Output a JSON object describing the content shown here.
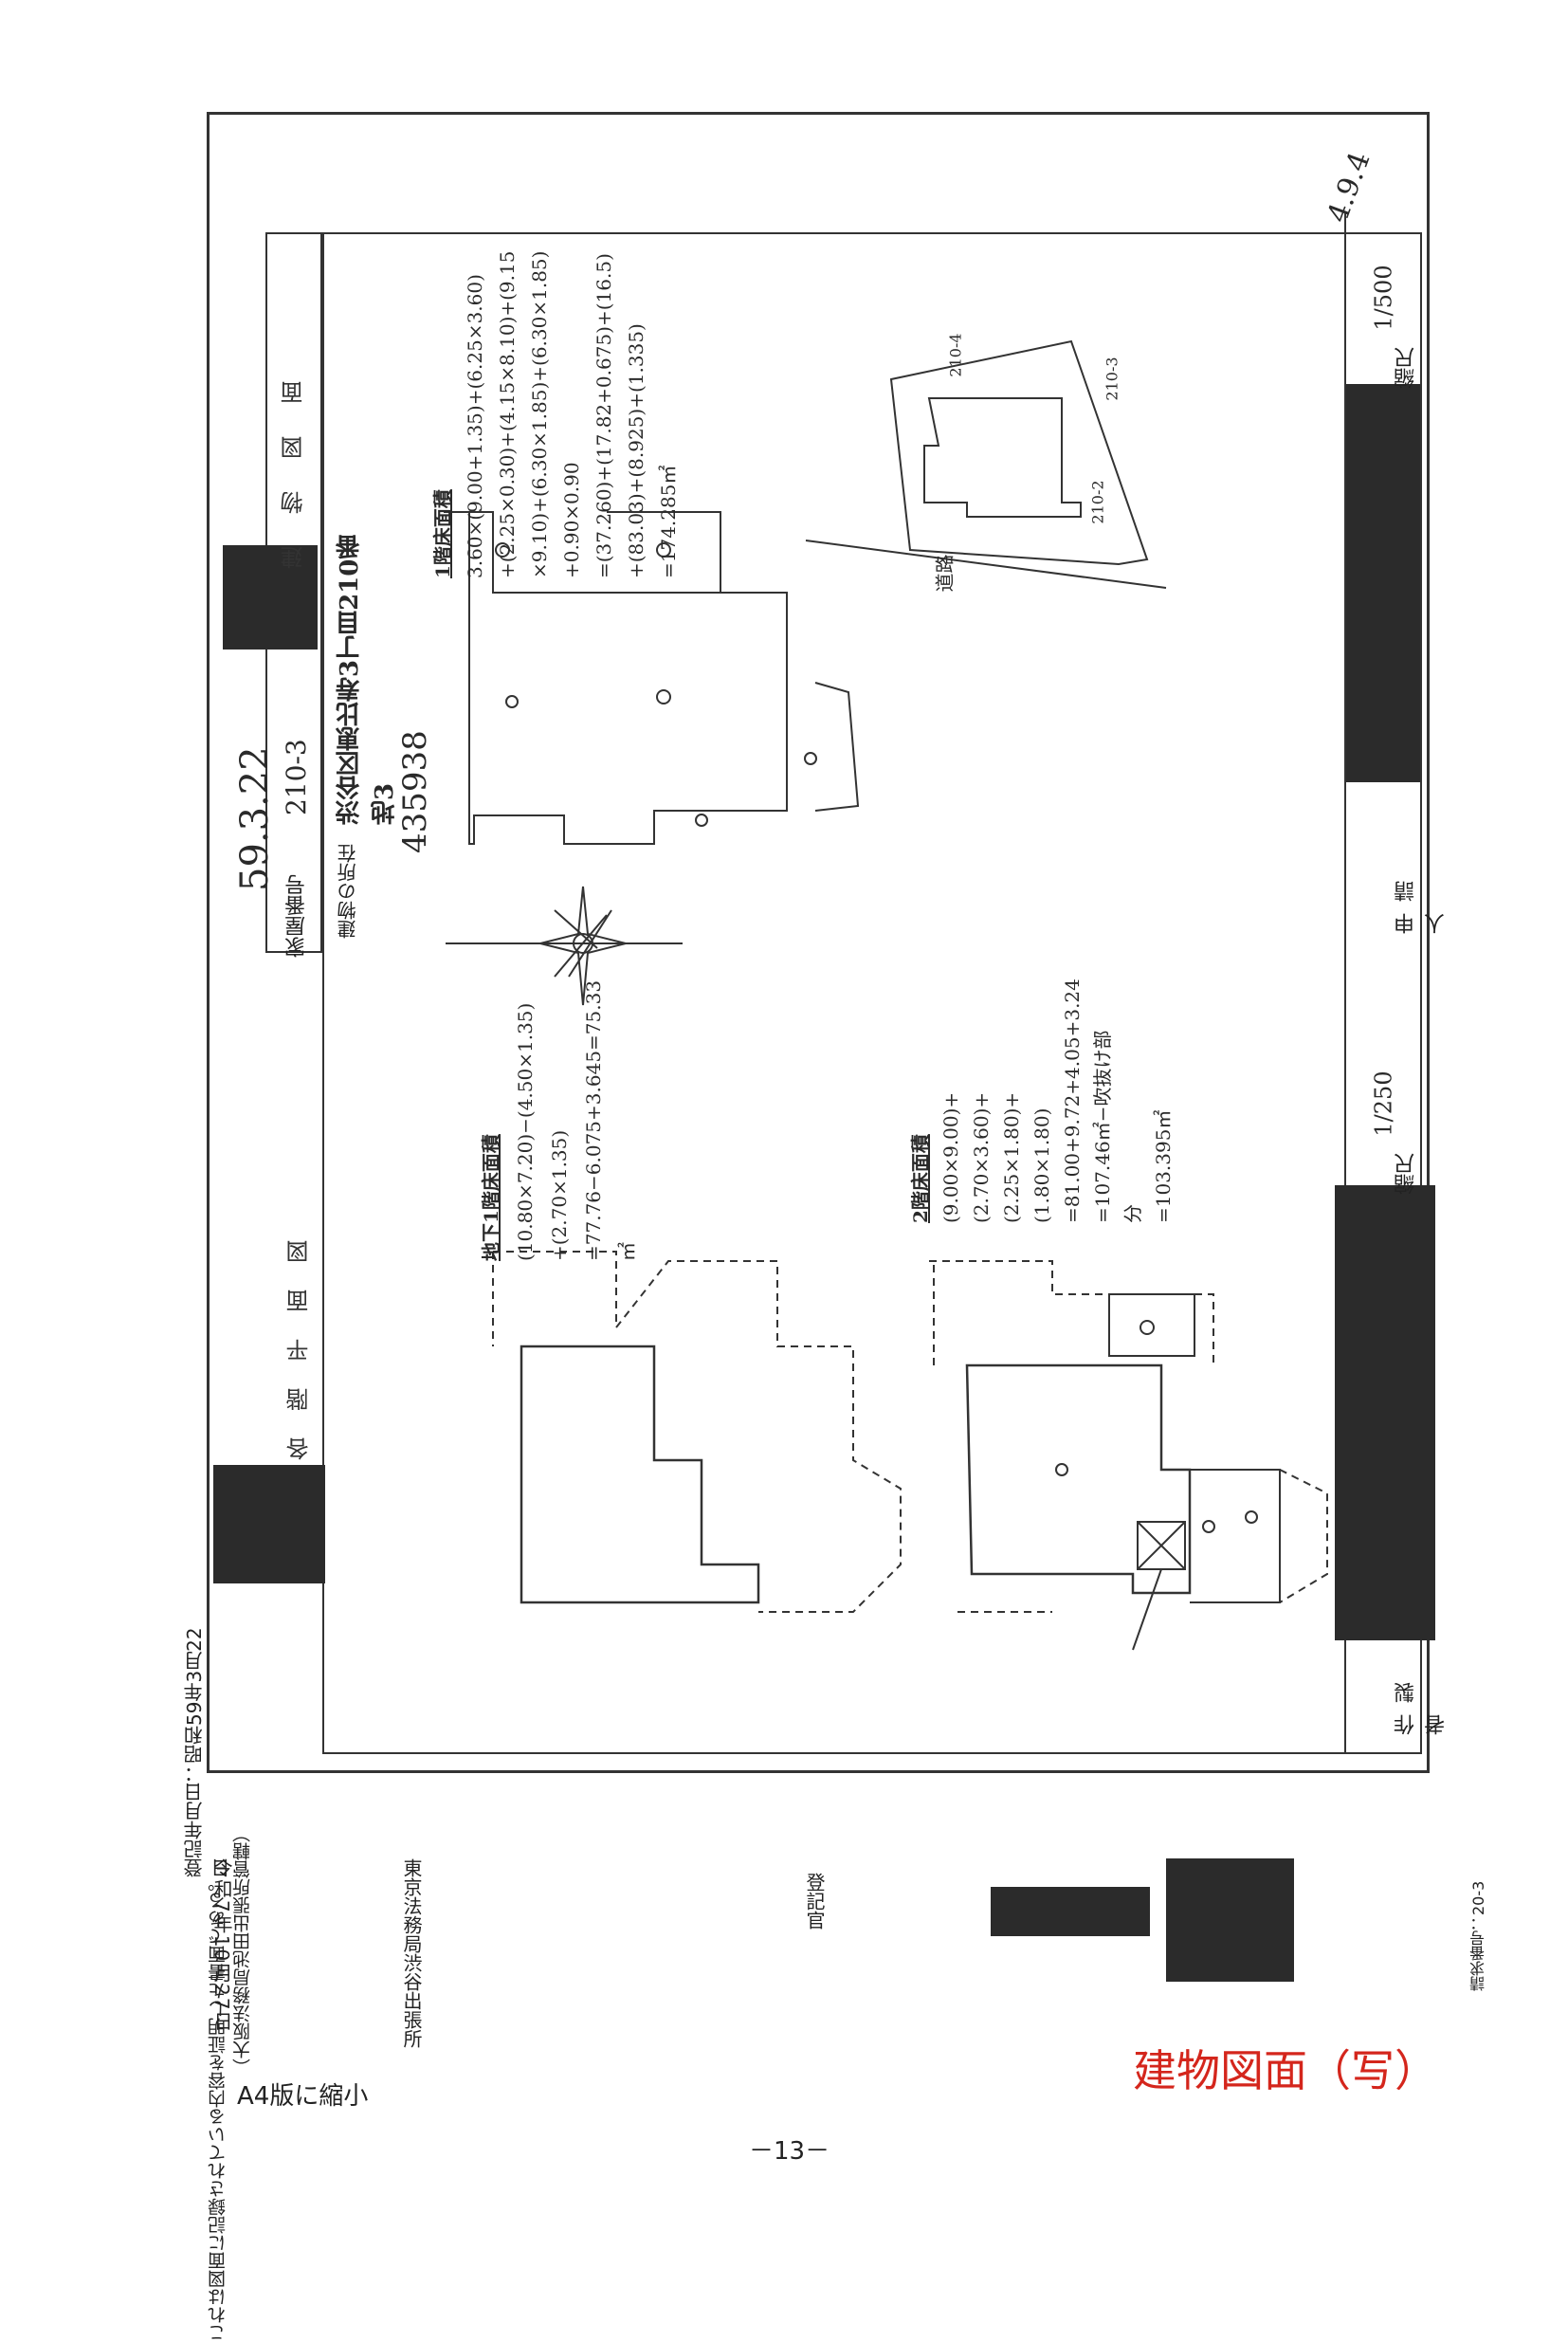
{
  "registration_date": "登記年月日：昭和59年3月22日",
  "header": {
    "handwritten_date": "59.3.22",
    "house_no_label": "家屋番号",
    "house_no_value": "210-3",
    "location_label": "建物の所在",
    "location_value": "渋谷区恵比寿3丁目210番地3",
    "doc_number": "435938"
  },
  "titles": {
    "building_drawing": "建物図面",
    "floor_plans": "各階平面図",
    "scale_label_1": "縮尺",
    "scale_label_2": "縮尺",
    "scale_1_num": "1",
    "scale_1_den": "500",
    "scale_2_num": "1",
    "scale_2_den": "250",
    "applicant_label": "申請人",
    "creator_label": "作製者",
    "corner_note": "4.9.4"
  },
  "calc_first_floor": {
    "title": "1階床面積",
    "lines": [
      "3.60×(9.00+1.35)+(6.25×3.60)",
      "+(2.25×0.30)+(4.15×8.10)+(9.15",
      "×9.10)+(6.30×1.85)+(6.30×1.85)",
      "+0.90×0.90",
      "=(37.260)+(17.82+0.675)+(16.5)",
      "+(83.03)+(8.925)+(1.335)",
      "=174.285㎡"
    ]
  },
  "calc_basement": {
    "title": "地下1階床面積",
    "lines": [
      "(10.80×7.20)−(4.50×1.35)",
      "+(2.70×1.35)",
      "=77.76−6.075+3.645=75.33㎡"
    ]
  },
  "calc_second_floor": {
    "title": "2階床面積",
    "lines": [
      "(9.00×9.00)+(2.70×3.60)+",
      "(2.25×1.80)+(1.80×1.80)",
      "=81.00+9.72+4.05+3.24",
      "=107.46㎡−吹抜け部分",
      "=103.395㎡"
    ]
  },
  "site_labels": {
    "lot_a": "210-4",
    "lot_b": "210-3",
    "lot_c": "210-2",
    "road": "道路"
  },
  "cert": {
    "line1": "これは図面に記録されている内容を証明した書面である。",
    "line2": "（大阪法務局池田出張所管轄）",
    "date": "令和7年10月27日",
    "office": "東京法務局渋谷出張所",
    "officer": "登記官",
    "request_no": "請求番号：20-3"
  },
  "footer": {
    "reduction_note": "A4版に縮小",
    "page_title": "建物図面（写）",
    "page_number": "－13－"
  }
}
